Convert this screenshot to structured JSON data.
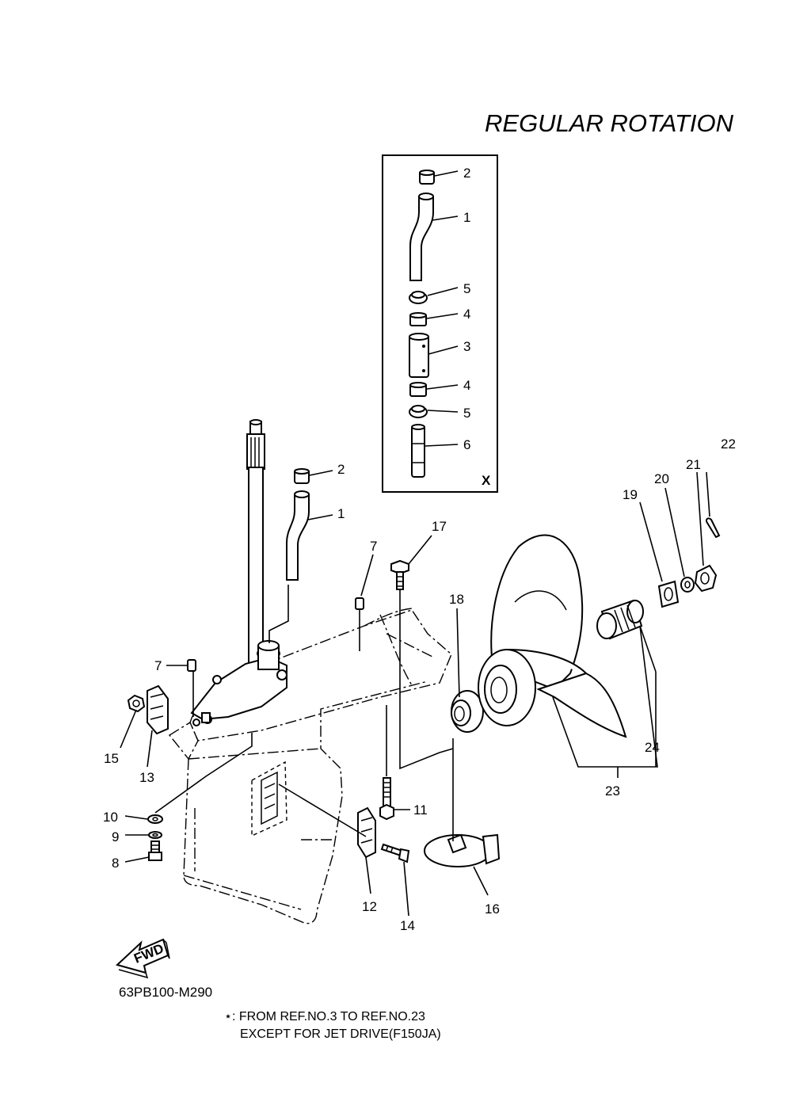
{
  "title": "REGULAR ROTATION",
  "diagram_code": "63PB100-M290",
  "note": {
    "line1": "⋆: FROM REF.NO.3 TO REF.NO.23",
    "line2": "EXCEPT FOR JET DRIVE(F150JA)"
  },
  "inset_label": "X",
  "fwd_label": "FWD",
  "callouts": {
    "inset_2": "2",
    "inset_1": "1",
    "inset_5a": "5",
    "inset_4a": "4",
    "inset_3": "3",
    "inset_4b": "4",
    "inset_5b": "5",
    "inset_6": "6",
    "main_2": "2",
    "main_1": "1",
    "main_7a": "7",
    "main_17": "17",
    "main_18": "18",
    "main_7b": "7",
    "main_22": "22",
    "main_21": "21",
    "main_20": "20",
    "main_19": "19",
    "main_24": "24",
    "main_23": "23",
    "main_15": "15",
    "main_13": "13",
    "main_10": "10",
    "main_9": "9",
    "main_8": "8",
    "main_11": "11",
    "main_12": "12",
    "main_14": "14",
    "main_16": "16"
  }
}
